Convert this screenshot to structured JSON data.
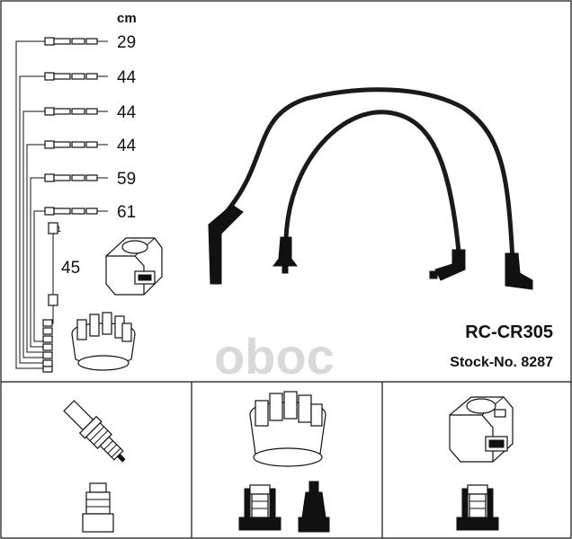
{
  "unit": "cm",
  "lengths": [
    "29",
    "44",
    "44",
    "44",
    "59",
    "61"
  ],
  "coil_lead_length": "45",
  "model": "RC-CR305",
  "stock": "Stock-No. 8287",
  "watermark": "oboc",
  "colors": {
    "ink": "#111111",
    "watermark": "#d9d9d9",
    "background": "#ffffff"
  },
  "bottom_panels": [
    {
      "icons": [
        "spark-plug-icon",
        "plug-terminal-icon"
      ]
    },
    {
      "icons": [
        "distributor-cap-icon",
        "cap-terminal-icon",
        "boot-terminal-icon"
      ]
    },
    {
      "icons": [
        "ignition-coil-icon",
        "coil-terminal-icon"
      ]
    }
  ]
}
